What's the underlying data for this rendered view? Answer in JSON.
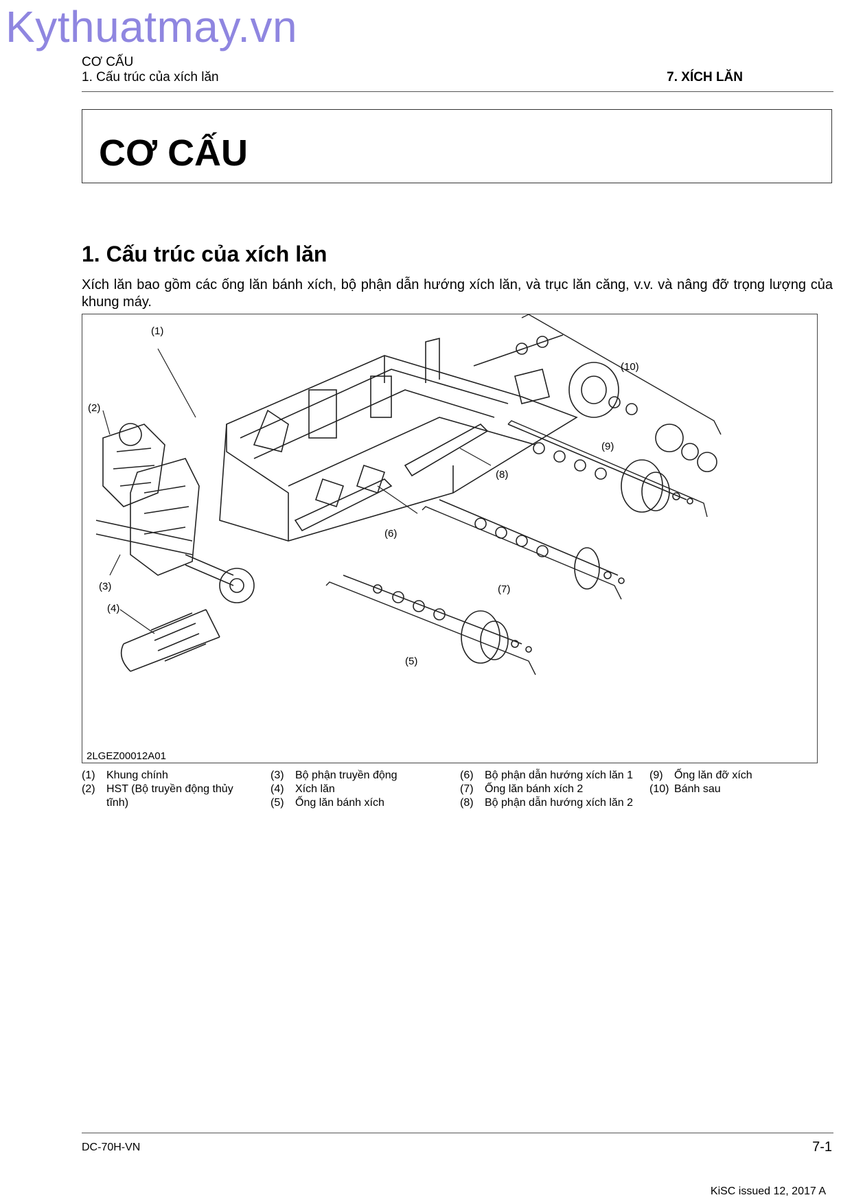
{
  "watermark": "Kythuatmay.vn",
  "header": {
    "chapter": "CƠ CẤU",
    "section": "1. Cấu trúc của xích lăn",
    "right": "7. XÍCH LĂN"
  },
  "title": "CƠ CẤU",
  "section_title": "1. Cấu trúc của xích lăn",
  "intro": "Xích lăn bao gồm các ống lăn bánh xích, bộ phận dẫn hướng xích lăn, và trục lăn căng, v.v. và nâng đỡ trọng lượng của khung máy.",
  "figure": {
    "id": "2LGEZ00012A01",
    "callouts": [
      "(1)",
      "(2)",
      "(3)",
      "(4)",
      "(5)",
      "(6)",
      "(7)",
      "(8)",
      "(9)",
      "(10)"
    ]
  },
  "legend": [
    [
      {
        "num": "(1)",
        "text": "Khung chính"
      },
      {
        "num": "(2)",
        "text": "HST (Bộ truyền động thủy tĩnh)"
      }
    ],
    [
      {
        "num": "(3)",
        "text": "Bộ phận truyền động"
      },
      {
        "num": "(4)",
        "text": "Xích lăn"
      },
      {
        "num": "(5)",
        "text": "Ống lăn bánh xích"
      }
    ],
    [
      {
        "num": "(6)",
        "text": "Bộ phận dẫn hướng xích lăn 1"
      },
      {
        "num": "(7)",
        "text": "Ống lăn bánh xích 2"
      },
      {
        "num": "(8)",
        "text": "Bộ phận dẫn hướng xích lăn 2"
      }
    ],
    [
      {
        "num": "(9)",
        "text": "Ống lăn đỡ xích"
      },
      {
        "num": "(10)",
        "text": "Bánh sau"
      }
    ]
  ],
  "footer": {
    "doc": "DC-70H-VN",
    "page": "7-1",
    "issue": "KiSC issued 12, 2017 A"
  }
}
